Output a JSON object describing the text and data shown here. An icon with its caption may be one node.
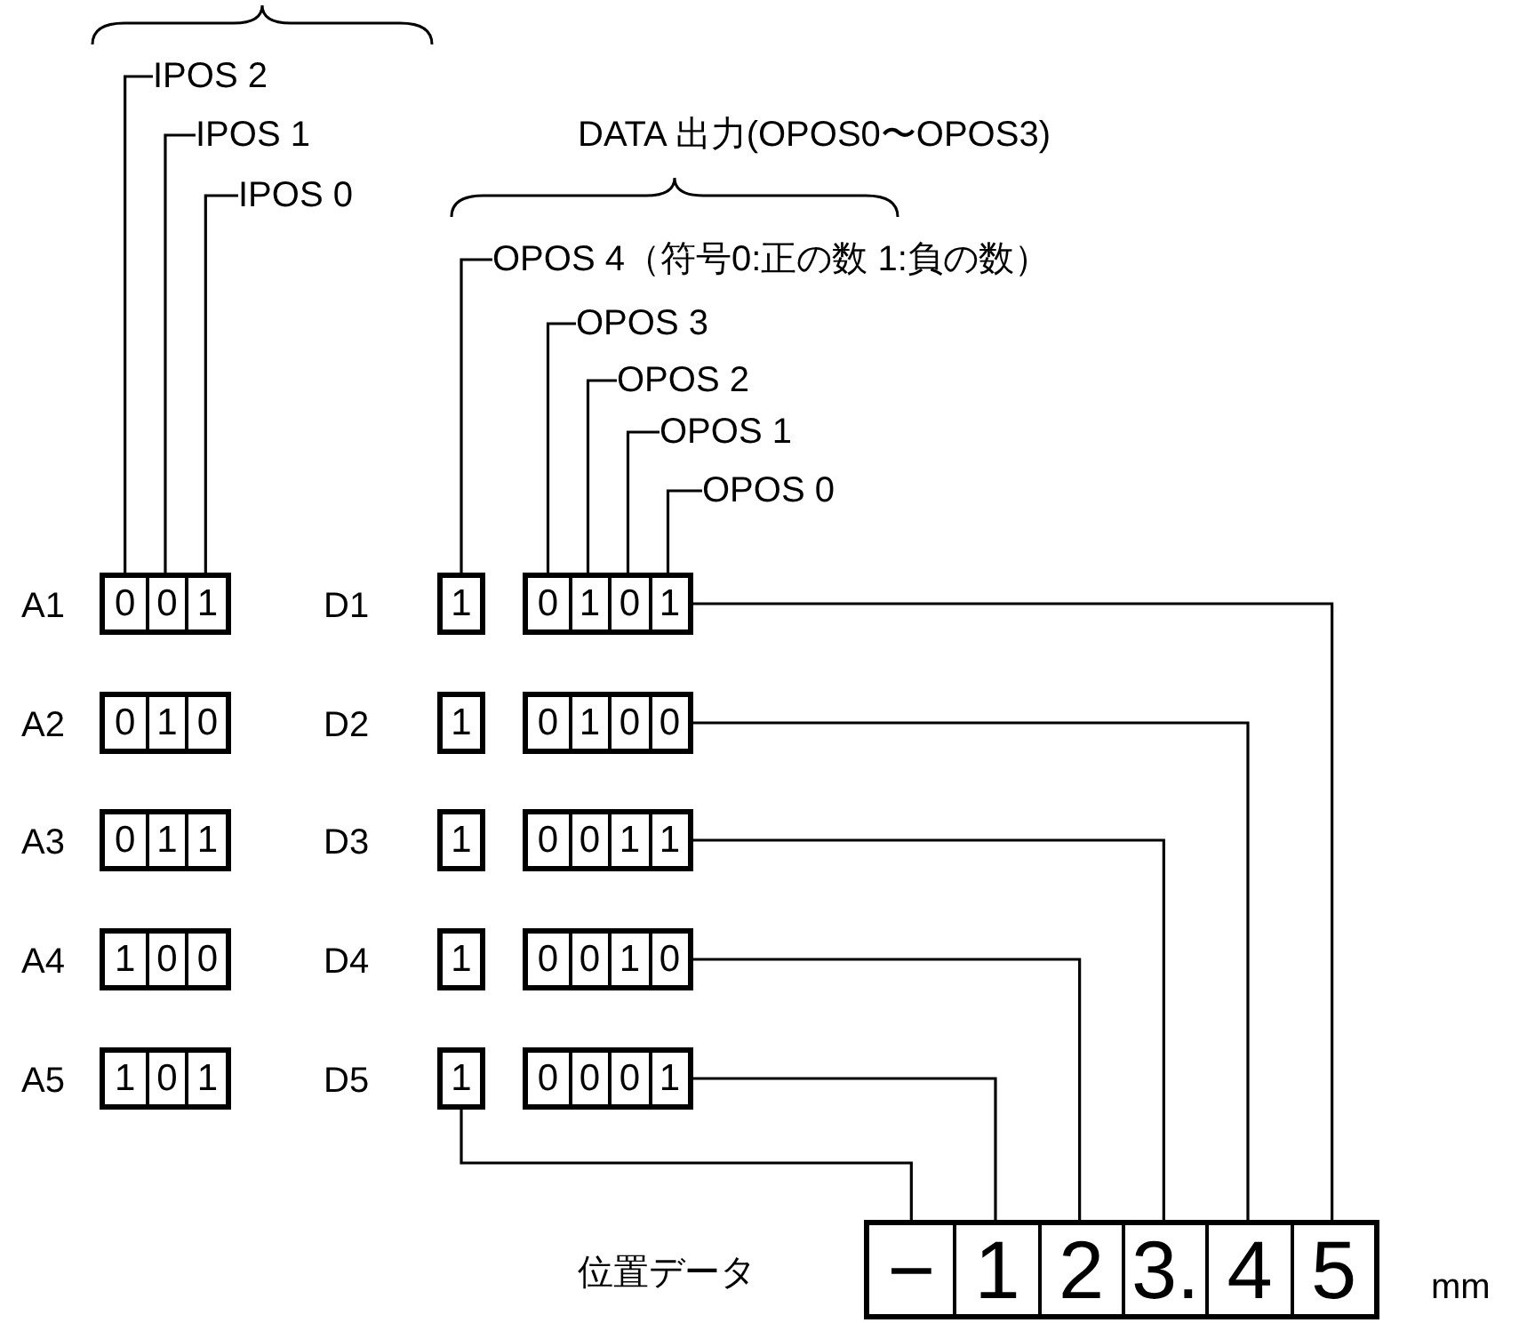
{
  "diagram": {
    "nodes": [
      {
        "text": [
          "IPOS 2"
        ]
      },
      {
        "text": [
          "IPOS 1"
        ]
      },
      {
        "text": [
          "IPOS 0"
        ]
      },
      {
        "text": [
          "OPOS 4（符号0:正の数 1:負の数）"
        ]
      },
      {
        "text": [
          "OPOS 3"
        ]
      },
      {
        "text": [
          "OPOS 2"
        ]
      },
      {
        "text": [
          "OPOS 1"
        ]
      },
      {
        "text": [
          "OPOS 0"
        ]
      },
      {
        "text": [],
        "shape": "box"
      },
      {
        "text": [
          "0"
        ],
        "in": 8
      },
      {
        "text": [
          "0"
        ],
        "in": 8
      },
      {
        "text": [
          "1"
        ],
        "in": 8
      },
      {
        "text": [
          "1"
        ]
      },
      {
        "text": [],
        "shape": "box"
      },
      {
        "text": [
          "0"
        ],
        "in": 13
      },
      {
        "text": [
          "1"
        ],
        "in": 13
      },
      {
        "text": [
          "0"
        ],
        "in": 13
      },
      {
        "text": [
          "1"
        ],
        "in": 13
      },
      {
        "text": [],
        "shape": "box"
      },
      {
        "text": [
          "0"
        ],
        "in": 18
      },
      {
        "text": [
          "1"
        ],
        "in": 18
      },
      {
        "text": [
          "0"
        ],
        "in": 18
      },
      {
        "text": [
          "1"
        ]
      },
      {
        "text": [],
        "shape": "box"
      },
      {
        "text": [
          "0"
        ],
        "in": 23
      },
      {
        "text": [
          "1"
        ],
        "in": 23
      },
      {
        "text": [
          "0"
        ],
        "in": 23
      },
      {
        "text": [
          "0"
        ],
        "in": 23
      },
      {
        "text": [],
        "shape": "box"
      },
      {
        "text": [
          "0"
        ],
        "in": 28
      },
      {
        "text": [
          "1"
        ],
        "in": 28
      },
      {
        "text": [
          "1"
        ],
        "in": 28
      },
      {
        "text": [
          "1"
        ]
      },
      {
        "text": [],
        "shape": "box"
      },
      {
        "text": [
          "0"
        ],
        "in": 33
      },
      {
        "text": [
          "0"
        ],
        "in": 33
      },
      {
        "text": [
          "1"
        ],
        "in": 33
      },
      {
        "text": [
          "1"
        ],
        "in": 33
      },
      {
        "text": [],
        "shape": "box"
      },
      {
        "text": [
          "1"
        ],
        "in": 38
      },
      {
        "text": [
          "0"
        ],
        "in": 38
      },
      {
        "text": [
          "0"
        ],
        "in": 38
      },
      {
        "text": [
          "1"
        ]
      },
      {
        "text": [],
        "shape": "box"
      },
      {
        "text": [
          "0"
        ],
        "in": 43
      },
      {
        "text": [
          "0"
        ],
        "in": 43
      },
      {
        "text": [
          "1"
        ],
        "in": 43
      },
      {
        "text": [
          "0"
        ],
        "in": 43
      },
      {
        "text": [],
        "shape": "box"
      },
      {
        "text": [
          "1"
        ],
        "in": 48
      },
      {
        "text": [
          "0"
        ],
        "in": 48
      },
      {
        "text": [
          "1"
        ],
        "in": 48
      },
      {
        "text": [
          "1"
        ]
      },
      {
        "text": [],
        "shape": "box"
      },
      {
        "text": [
          "0"
        ],
        "in": 53
      },
      {
        "text": [
          "0"
        ],
        "in": 53
      },
      {
        "text": [
          "0"
        ],
        "in": 53
      },
      {
        "text": [
          "1"
        ],
        "in": 53
      },
      {
        "text": [],
        "shape": "box"
      },
      {
        "text": [
          "−"
        ],
        "in": 58
      },
      {
        "text": [
          "1"
        ],
        "in": 58
      },
      {
        "text": [
          "2"
        ],
        "in": 58
      },
      {
        "text": [
          "3."
        ],
        "in": 58
      },
      {
        "text": [
          "4"
        ],
        "in": 58
      },
      {
        "text": [
          "5"
        ],
        "in": 58
      }
    ],
    "edges": [
      {
        "from": 0,
        "to": 9,
        "arrow": "none"
      },
      {
        "from": 1,
        "to": 10,
        "arrow": "none"
      },
      {
        "from": 2,
        "to": 11,
        "arrow": "none"
      },
      {
        "from": 3,
        "to": 12,
        "arrow": "none"
      },
      {
        "from": 4,
        "to": 14,
        "arrow": "none"
      },
      {
        "from": 5,
        "to": 15,
        "arrow": "none"
      },
      {
        "from": 6,
        "to": 16,
        "arrow": "none"
      },
      {
        "from": 7,
        "to": 17,
        "arrow": "none"
      },
      {
        "from": 13,
        "to": 64,
        "arrow": "none"
      },
      {
        "from": 23,
        "to": 63,
        "arrow": "none"
      },
      {
        "from": 33,
        "to": 62,
        "arrow": "none"
      },
      {
        "from": 43,
        "to": 61,
        "arrow": "none"
      },
      {
        "from": 53,
        "to": 60,
        "arrow": "none"
      },
      {
        "from": 52,
        "to": 59,
        "arrow": "none"
      }
    ],
    "labels": [
      "DATA 出力(OPOS0〜OPOS3)",
      "A1",
      "D1",
      "A2",
      "D2",
      "A3",
      "D3",
      "A4",
      "D4",
      "A5",
      "D5",
      "位置データ",
      "mm"
    ]
  }
}
